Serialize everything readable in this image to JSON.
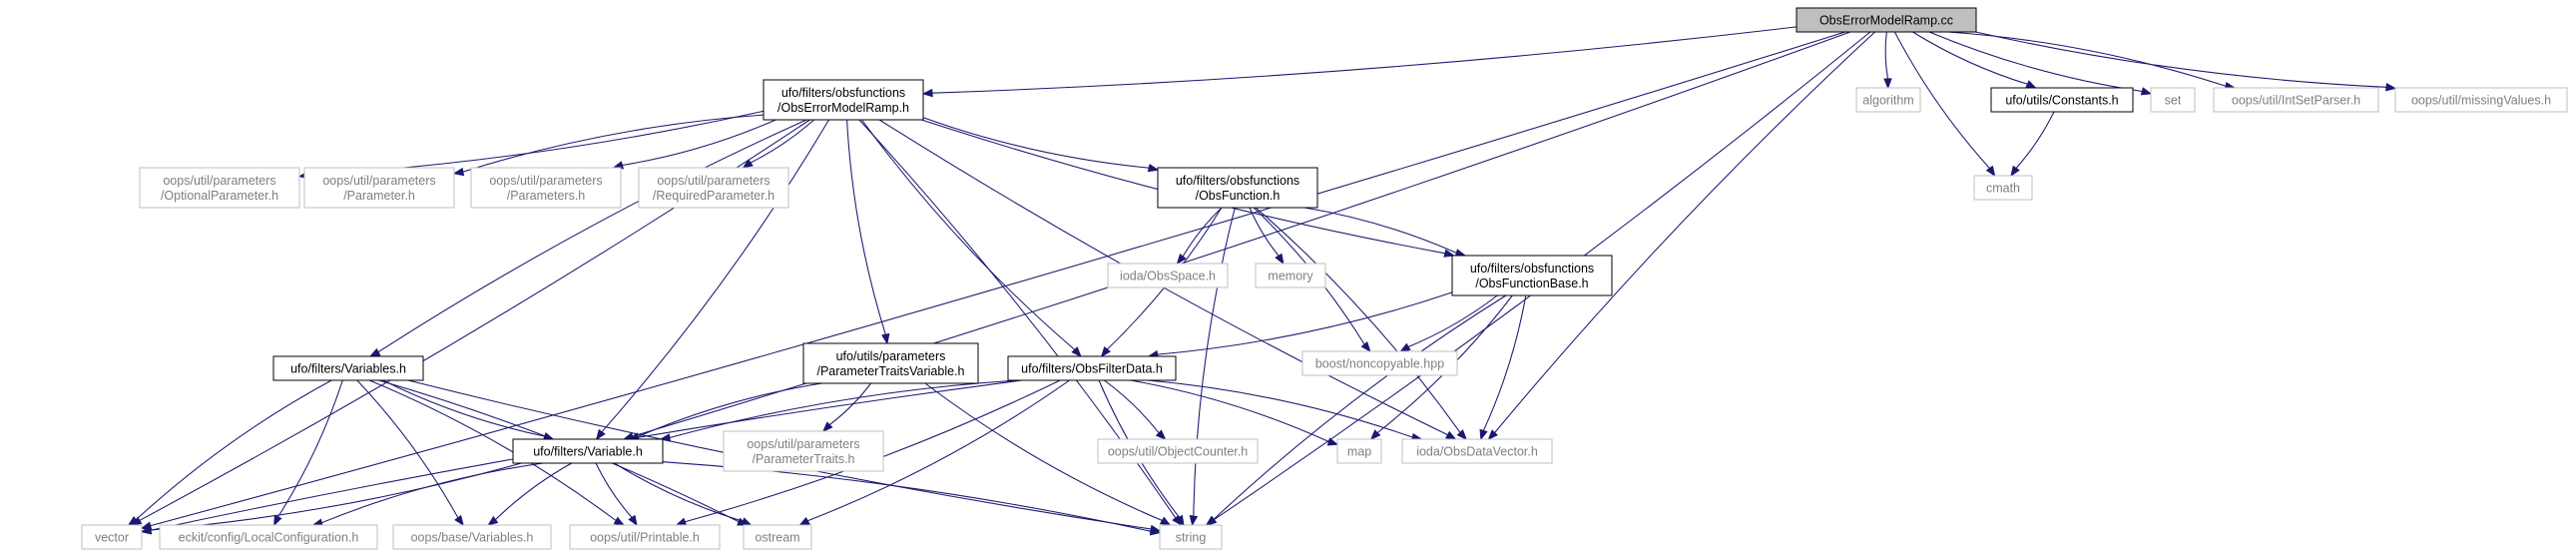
{
  "graph": {
    "title": "ObsErrorModelRamp.cc",
    "colors": {
      "edge": "#191970",
      "root_fill": "#bfbfbf",
      "node_border": "#000000",
      "node_fill": "#ffffff",
      "external_border": "#bfbfbf",
      "external_text": "#7f7f7f"
    },
    "nodes": {
      "root": {
        "lines": [
          "ObsErrorModelRamp.cc"
        ]
      },
      "ramp_h": {
        "lines": [
          "ufo/filters/obsfunctions",
          "/ObsErrorModelRamp.h"
        ]
      },
      "algorithm": {
        "lines": [
          "algorithm"
        ]
      },
      "constants": {
        "lines": [
          "ufo/utils/Constants.h"
        ]
      },
      "set": {
        "lines": [
          "set"
        ]
      },
      "intsetparser": {
        "lines": [
          "oops/util/IntSetParser.h"
        ]
      },
      "missingvalues": {
        "lines": [
          "oops/util/missingValues.h"
        ]
      },
      "cmath": {
        "lines": [
          "cmath"
        ]
      },
      "optparam": {
        "lines": [
          "oops/util/parameters",
          "/OptionalParameter.h"
        ]
      },
      "param": {
        "lines": [
          "oops/util/parameters",
          "/Parameter.h"
        ]
      },
      "params": {
        "lines": [
          "oops/util/parameters",
          "/Parameters.h"
        ]
      },
      "reqparam": {
        "lines": [
          "oops/util/parameters",
          "/RequiredParameter.h"
        ]
      },
      "obsfunction": {
        "lines": [
          "ufo/filters/obsfunctions",
          "/ObsFunction.h"
        ]
      },
      "obsspace": {
        "lines": [
          "ioda/ObsSpace.h"
        ]
      },
      "memory": {
        "lines": [
          "memory"
        ]
      },
      "obsfunctionbase": {
        "lines": [
          "ufo/filters/obsfunctions",
          "/ObsFunctionBase.h"
        ]
      },
      "noncopyable": {
        "lines": [
          "boost/noncopyable.hpp"
        ]
      },
      "variables_h": {
        "lines": [
          "ufo/filters/Variables.h"
        ]
      },
      "ptv": {
        "lines": [
          "ufo/utils/parameters",
          "/ParameterTraitsVariable.h"
        ]
      },
      "obsfilterdata": {
        "lines": [
          "ufo/filters/ObsFilterData.h"
        ]
      },
      "paramtraits": {
        "lines": [
          "oops/util/parameters",
          "/ParameterTraits.h"
        ]
      },
      "objectcounter": {
        "lines": [
          "oops/util/ObjectCounter.h"
        ]
      },
      "map": {
        "lines": [
          "map"
        ]
      },
      "obsdatavector": {
        "lines": [
          "ioda/ObsDataVector.h"
        ]
      },
      "variable_h": {
        "lines": [
          "ufo/filters/Variable.h"
        ]
      },
      "vector": {
        "lines": [
          "vector"
        ]
      },
      "localconfig": {
        "lines": [
          "eckit/config/LocalConfiguration.h"
        ]
      },
      "oopsvariables": {
        "lines": [
          "oops/base/Variables.h"
        ]
      },
      "printable": {
        "lines": [
          "oops/util/Printable.h"
        ]
      },
      "ostream": {
        "lines": [
          "ostream"
        ]
      },
      "string": {
        "lines": [
          "string"
        ]
      }
    },
    "edges": [
      [
        "root",
        "ramp_h"
      ],
      [
        "root",
        "algorithm"
      ],
      [
        "root",
        "constants"
      ],
      [
        "root",
        "set"
      ],
      [
        "root",
        "intsetparser"
      ],
      [
        "root",
        "missingvalues"
      ],
      [
        "root",
        "cmath"
      ],
      [
        "root",
        "vector"
      ],
      [
        "root",
        "variable_h"
      ],
      [
        "root",
        "obsdatavector"
      ],
      [
        "root",
        "string"
      ],
      [
        "constants",
        "cmath"
      ],
      [
        "ramp_h",
        "optparam"
      ],
      [
        "ramp_h",
        "param"
      ],
      [
        "ramp_h",
        "params"
      ],
      [
        "ramp_h",
        "reqparam"
      ],
      [
        "ramp_h",
        "obsfunction"
      ],
      [
        "ramp_h",
        "obsfunctionbase"
      ],
      [
        "ramp_h",
        "variables_h"
      ],
      [
        "ramp_h",
        "ptv"
      ],
      [
        "ramp_h",
        "obsfilterdata"
      ],
      [
        "ramp_h",
        "variable_h"
      ],
      [
        "ramp_h",
        "vector"
      ],
      [
        "ramp_h",
        "obsdatavector"
      ],
      [
        "ramp_h",
        "string"
      ],
      [
        "obsfunction",
        "obsspace"
      ],
      [
        "obsfunction",
        "memory"
      ],
      [
        "obsfunction",
        "obsfunctionbase"
      ],
      [
        "obsfunction",
        "noncopyable"
      ],
      [
        "obsfunction",
        "obsfilterdata"
      ],
      [
        "obsfunction",
        "string"
      ],
      [
        "obsfunction",
        "obsdatavector"
      ],
      [
        "obsfunctionbase",
        "noncopyable"
      ],
      [
        "obsfunctionbase",
        "obsfilterdata"
      ],
      [
        "obsfunctionbase",
        "map"
      ],
      [
        "obsfunctionbase",
        "obsdatavector"
      ],
      [
        "obsfunctionbase",
        "string"
      ],
      [
        "variables_h",
        "variable_h"
      ],
      [
        "variables_h",
        "vector"
      ],
      [
        "variables_h",
        "localconfig"
      ],
      [
        "variables_h",
        "oopsvariables"
      ],
      [
        "variables_h",
        "printable"
      ],
      [
        "variables_h",
        "ostream"
      ],
      [
        "variables_h",
        "string"
      ],
      [
        "ptv",
        "paramtraits"
      ],
      [
        "ptv",
        "variable_h"
      ],
      [
        "ptv",
        "string"
      ],
      [
        "obsfilterdata",
        "objectcounter"
      ],
      [
        "obsfilterdata",
        "map"
      ],
      [
        "obsfilterdata",
        "obsdatavector"
      ],
      [
        "obsfilterdata",
        "variable_h"
      ],
      [
        "obsfilterdata",
        "vector"
      ],
      [
        "obsfilterdata",
        "string"
      ],
      [
        "obsfilterdata",
        "ostream"
      ],
      [
        "obsfilterdata",
        "printable"
      ],
      [
        "variable_h",
        "vector"
      ],
      [
        "variable_h",
        "localconfig"
      ],
      [
        "variable_h",
        "oopsvariables"
      ],
      [
        "variable_h",
        "printable"
      ],
      [
        "variable_h",
        "ostream"
      ],
      [
        "variable_h",
        "string"
      ]
    ],
    "external": [
      "algorithm",
      "set",
      "intsetparser",
      "missingvalues",
      "cmath",
      "optparam",
      "param",
      "params",
      "reqparam",
      "obsspace",
      "memory",
      "noncopyable",
      "paramtraits",
      "objectcounter",
      "map",
      "obsdatavector",
      "vector",
      "localconfig",
      "oopsvariables",
      "printable",
      "ostream",
      "string"
    ]
  }
}
